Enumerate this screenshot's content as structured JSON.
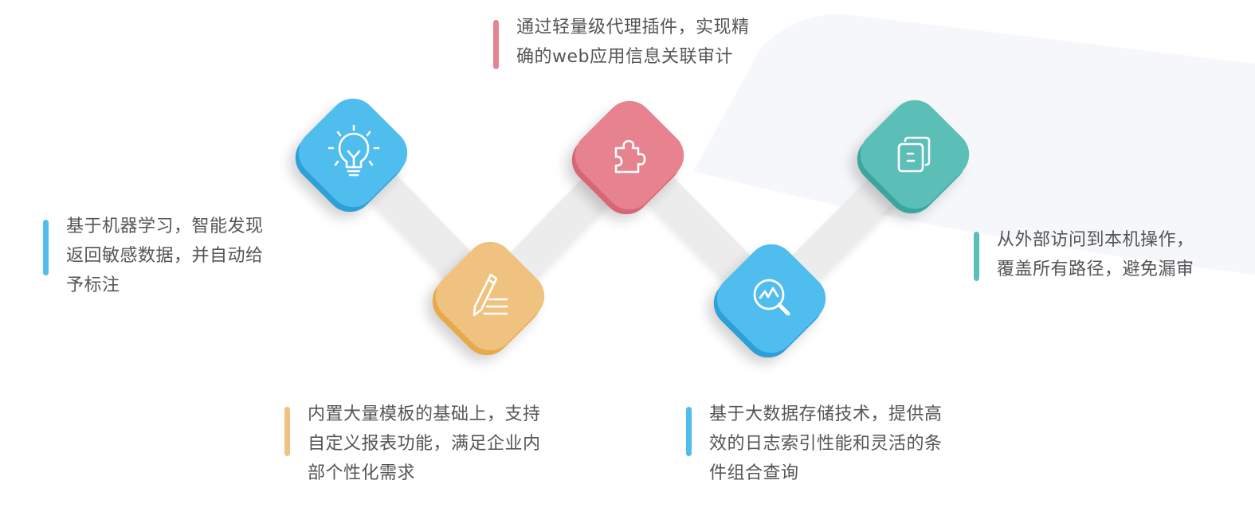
{
  "colors": {
    "blue": "#4fbdee",
    "blue_dark": "#2f9fd8",
    "pink": "#e7838f",
    "pink_dark": "#d86676",
    "orange": "#f0c280",
    "orange_dark": "#e8a94a",
    "teal": "#5bbfb8",
    "teal_dark": "#3aa79f",
    "connector": "#ececec",
    "text": "#555555",
    "bg_shape": "#f6f7fa"
  },
  "nodes": [
    {
      "id": "ml-detection",
      "icon": "lightbulb-icon",
      "color": "blue",
      "position": "top",
      "order": 1
    },
    {
      "id": "custom-report",
      "icon": "pencil-list-icon",
      "color": "orange",
      "position": "bottom",
      "order": 2
    },
    {
      "id": "agent-plugin",
      "icon": "puzzle-icon",
      "color": "pink",
      "position": "top",
      "order": 3
    },
    {
      "id": "log-search",
      "icon": "magnifier-chart-icon",
      "color": "blue",
      "position": "bottom",
      "order": 4
    },
    {
      "id": "full-path",
      "icon": "documents-icon",
      "color": "teal",
      "position": "top",
      "order": 5
    }
  ],
  "descriptions": {
    "ml_detection": {
      "lines": [
        "基于机器学习，智能发现",
        "返回敏感数据，并自动给",
        "予标注"
      ]
    },
    "agent_plugin": {
      "lines": [
        "通过轻量级代理插件，实现精",
        "确的web应用信息关联审计"
      ]
    },
    "full_path": {
      "lines": [
        "从外部访问到本机操作，",
        "覆盖所有路径，避免漏审"
      ]
    },
    "custom_report": {
      "lines": [
        "内置大量模板的基础上，支持",
        "自定义报表功能，满足企业内",
        "部个性化需求"
      ]
    },
    "log_search": {
      "lines": [
        "基于大数据存储技术，提供高",
        "效的日志索引性能和灵活的条",
        "件组合查询"
      ]
    }
  }
}
